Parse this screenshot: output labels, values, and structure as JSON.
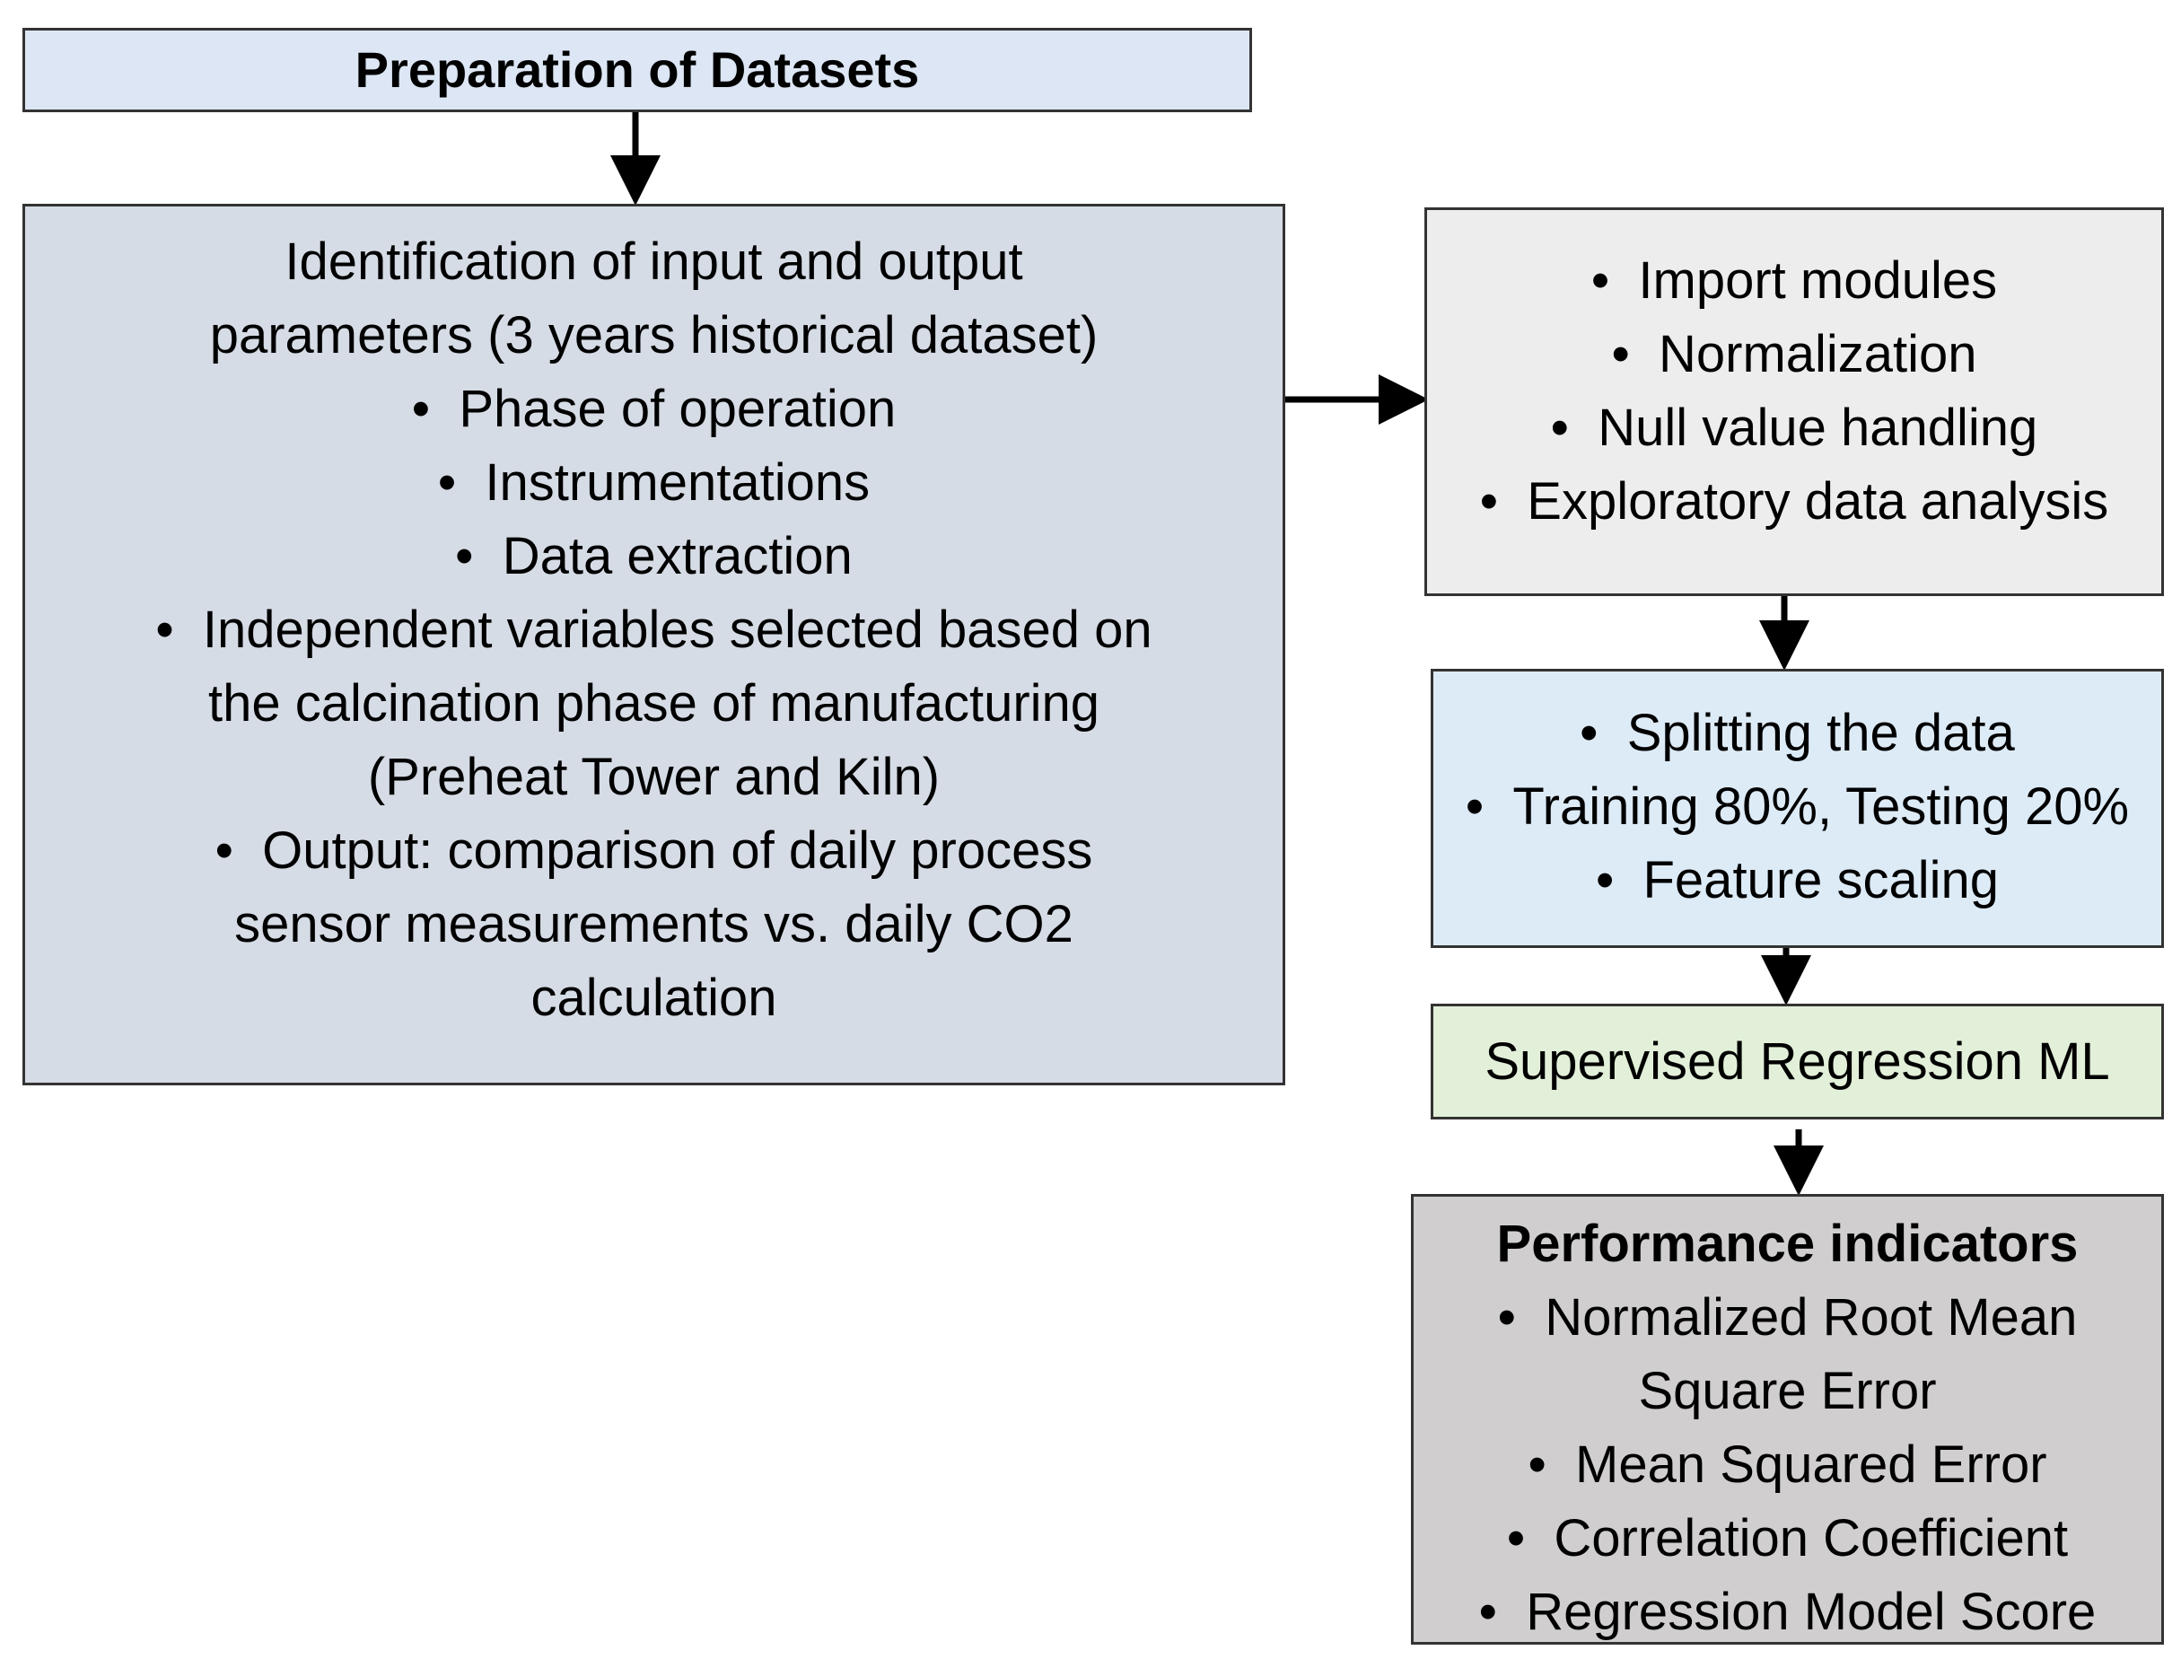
{
  "colors": {
    "title_fill": "#dce6f4",
    "ident_fill": "#d6dce5",
    "pre_fill": "#ededed",
    "split_fill": "#ddebf7",
    "ml_fill": "#e2f0d9",
    "perf_fill": "#d0cece",
    "border": "#333333",
    "arrow": "#000000"
  },
  "title_box": {
    "text": "Preparation of Datasets"
  },
  "ident_box": {
    "lines": [
      "Identification of input and output",
      "parameters (3 years historical dataset)",
      "Phase of operation",
      "Instrumentations",
      "Data extraction",
      "Independent variables selected based on",
      "the calcination phase of manufacturing",
      "(Preheat Tower and Kiln)",
      "Output: comparison of daily process",
      "sensor measurements vs. daily CO2",
      "calculation"
    ]
  },
  "preprocess_box": {
    "items": [
      "Import modules",
      "Normalization",
      "Null value handling",
      "Exploratory data analysis"
    ]
  },
  "split_box": {
    "items": [
      "Splitting the data",
      "Training 80%, Testing 20%",
      "Feature scaling"
    ]
  },
  "ml_box": {
    "text": "Supervised Regression ML"
  },
  "perf_box": {
    "heading": "Performance indicators",
    "item1_line1": "Normalized Root Mean",
    "item1_line2": "Square Error",
    "items": [
      "Mean Squared Error",
      "Correlation Coefficient",
      "Regression Model Score"
    ]
  }
}
